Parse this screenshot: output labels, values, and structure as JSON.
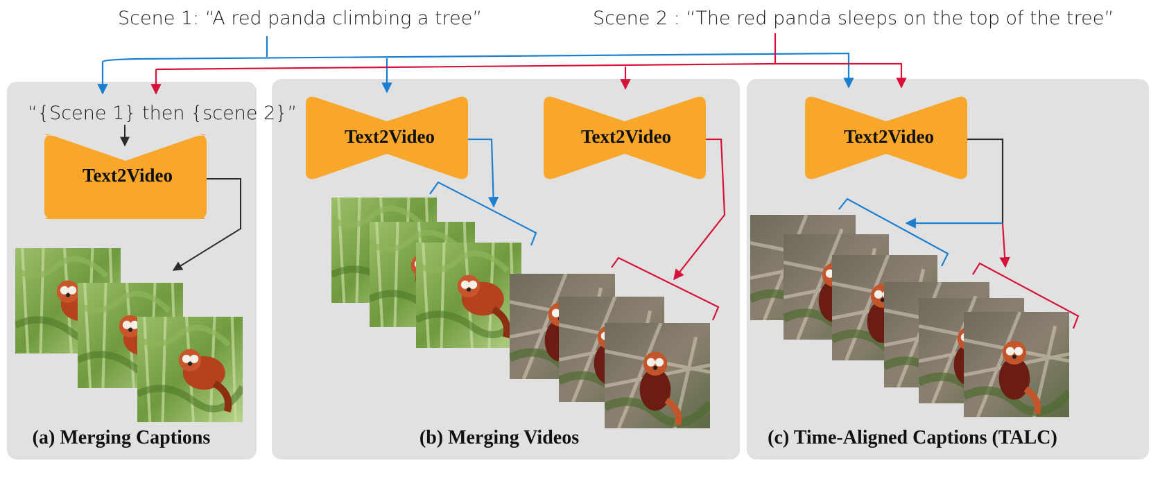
{
  "scenes": {
    "scene1": "Scene 1: “A red panda climbing a tree”",
    "scene2": "Scene 2 : “The red panda sleeps on the top of the tree”"
  },
  "panels": {
    "a": {
      "title": "(a) Merging Captions",
      "merged_prompt": "“{Scene 1} then {scene 2}”",
      "model_label": "Text2Video"
    },
    "b": {
      "title": "(b) Merging Videos",
      "model_label_1": "Text2Video",
      "model_label_2": "Text2Video"
    },
    "c": {
      "title": "(c) Time-Aligned Captions (TALC)",
      "model_label": "Text2Video"
    }
  },
  "colors": {
    "scene1_arrow": "#1a7fd0",
    "scene2_arrow": "#d6123a",
    "model_fill": "#f9a72b",
    "panel_bg": "#e1e1e1",
    "connector": "#2b2b2b"
  },
  "icons": {
    "video_frame": "red-panda-frame-icon"
  }
}
